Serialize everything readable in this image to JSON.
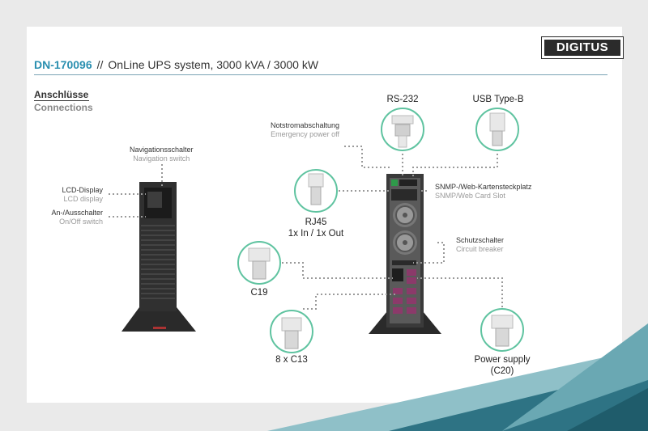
{
  "brand": "DIGITUS",
  "header": {
    "code": "DN-170096",
    "separator": "//",
    "title": "OnLine UPS system, 3000 kVA / 3000 kW"
  },
  "section": {
    "title_de": "Anschlüsse",
    "title_en": "Connections"
  },
  "labels": {
    "nav_de": "Navigationsschalter",
    "nav_en": "Navigation switch",
    "lcd_de": "LCD-Display",
    "lcd_en": "LCD display",
    "onoff_de": "An-/Ausschalter",
    "onoff_en": "On/Off switch",
    "estop_de": "Notstromabschaltung",
    "estop_en": "Emergency power off",
    "snmp_de": "SNMP-/Web-Kartensteckplatz",
    "snmp_en": "SNMP/Web Card Slot",
    "breaker_de": "Schutzschalter",
    "breaker_en": "Circuit breaker",
    "rs232": "RS-232",
    "usb": "USB Type-B",
    "rj45_line1": "RJ45",
    "rj45_line2": "1x In / 1x Out",
    "c19": "C19",
    "c13": "8 x C13",
    "power_line1": "Power supply",
    "power_line2": "(C20)"
  },
  "colors": {
    "accent": "#2a8fb0",
    "teal_dark": "#2d6e7e",
    "teal_light": "#7fb3bd",
    "icon_green": "#5fc3a0",
    "device": "#2c2c2c"
  }
}
